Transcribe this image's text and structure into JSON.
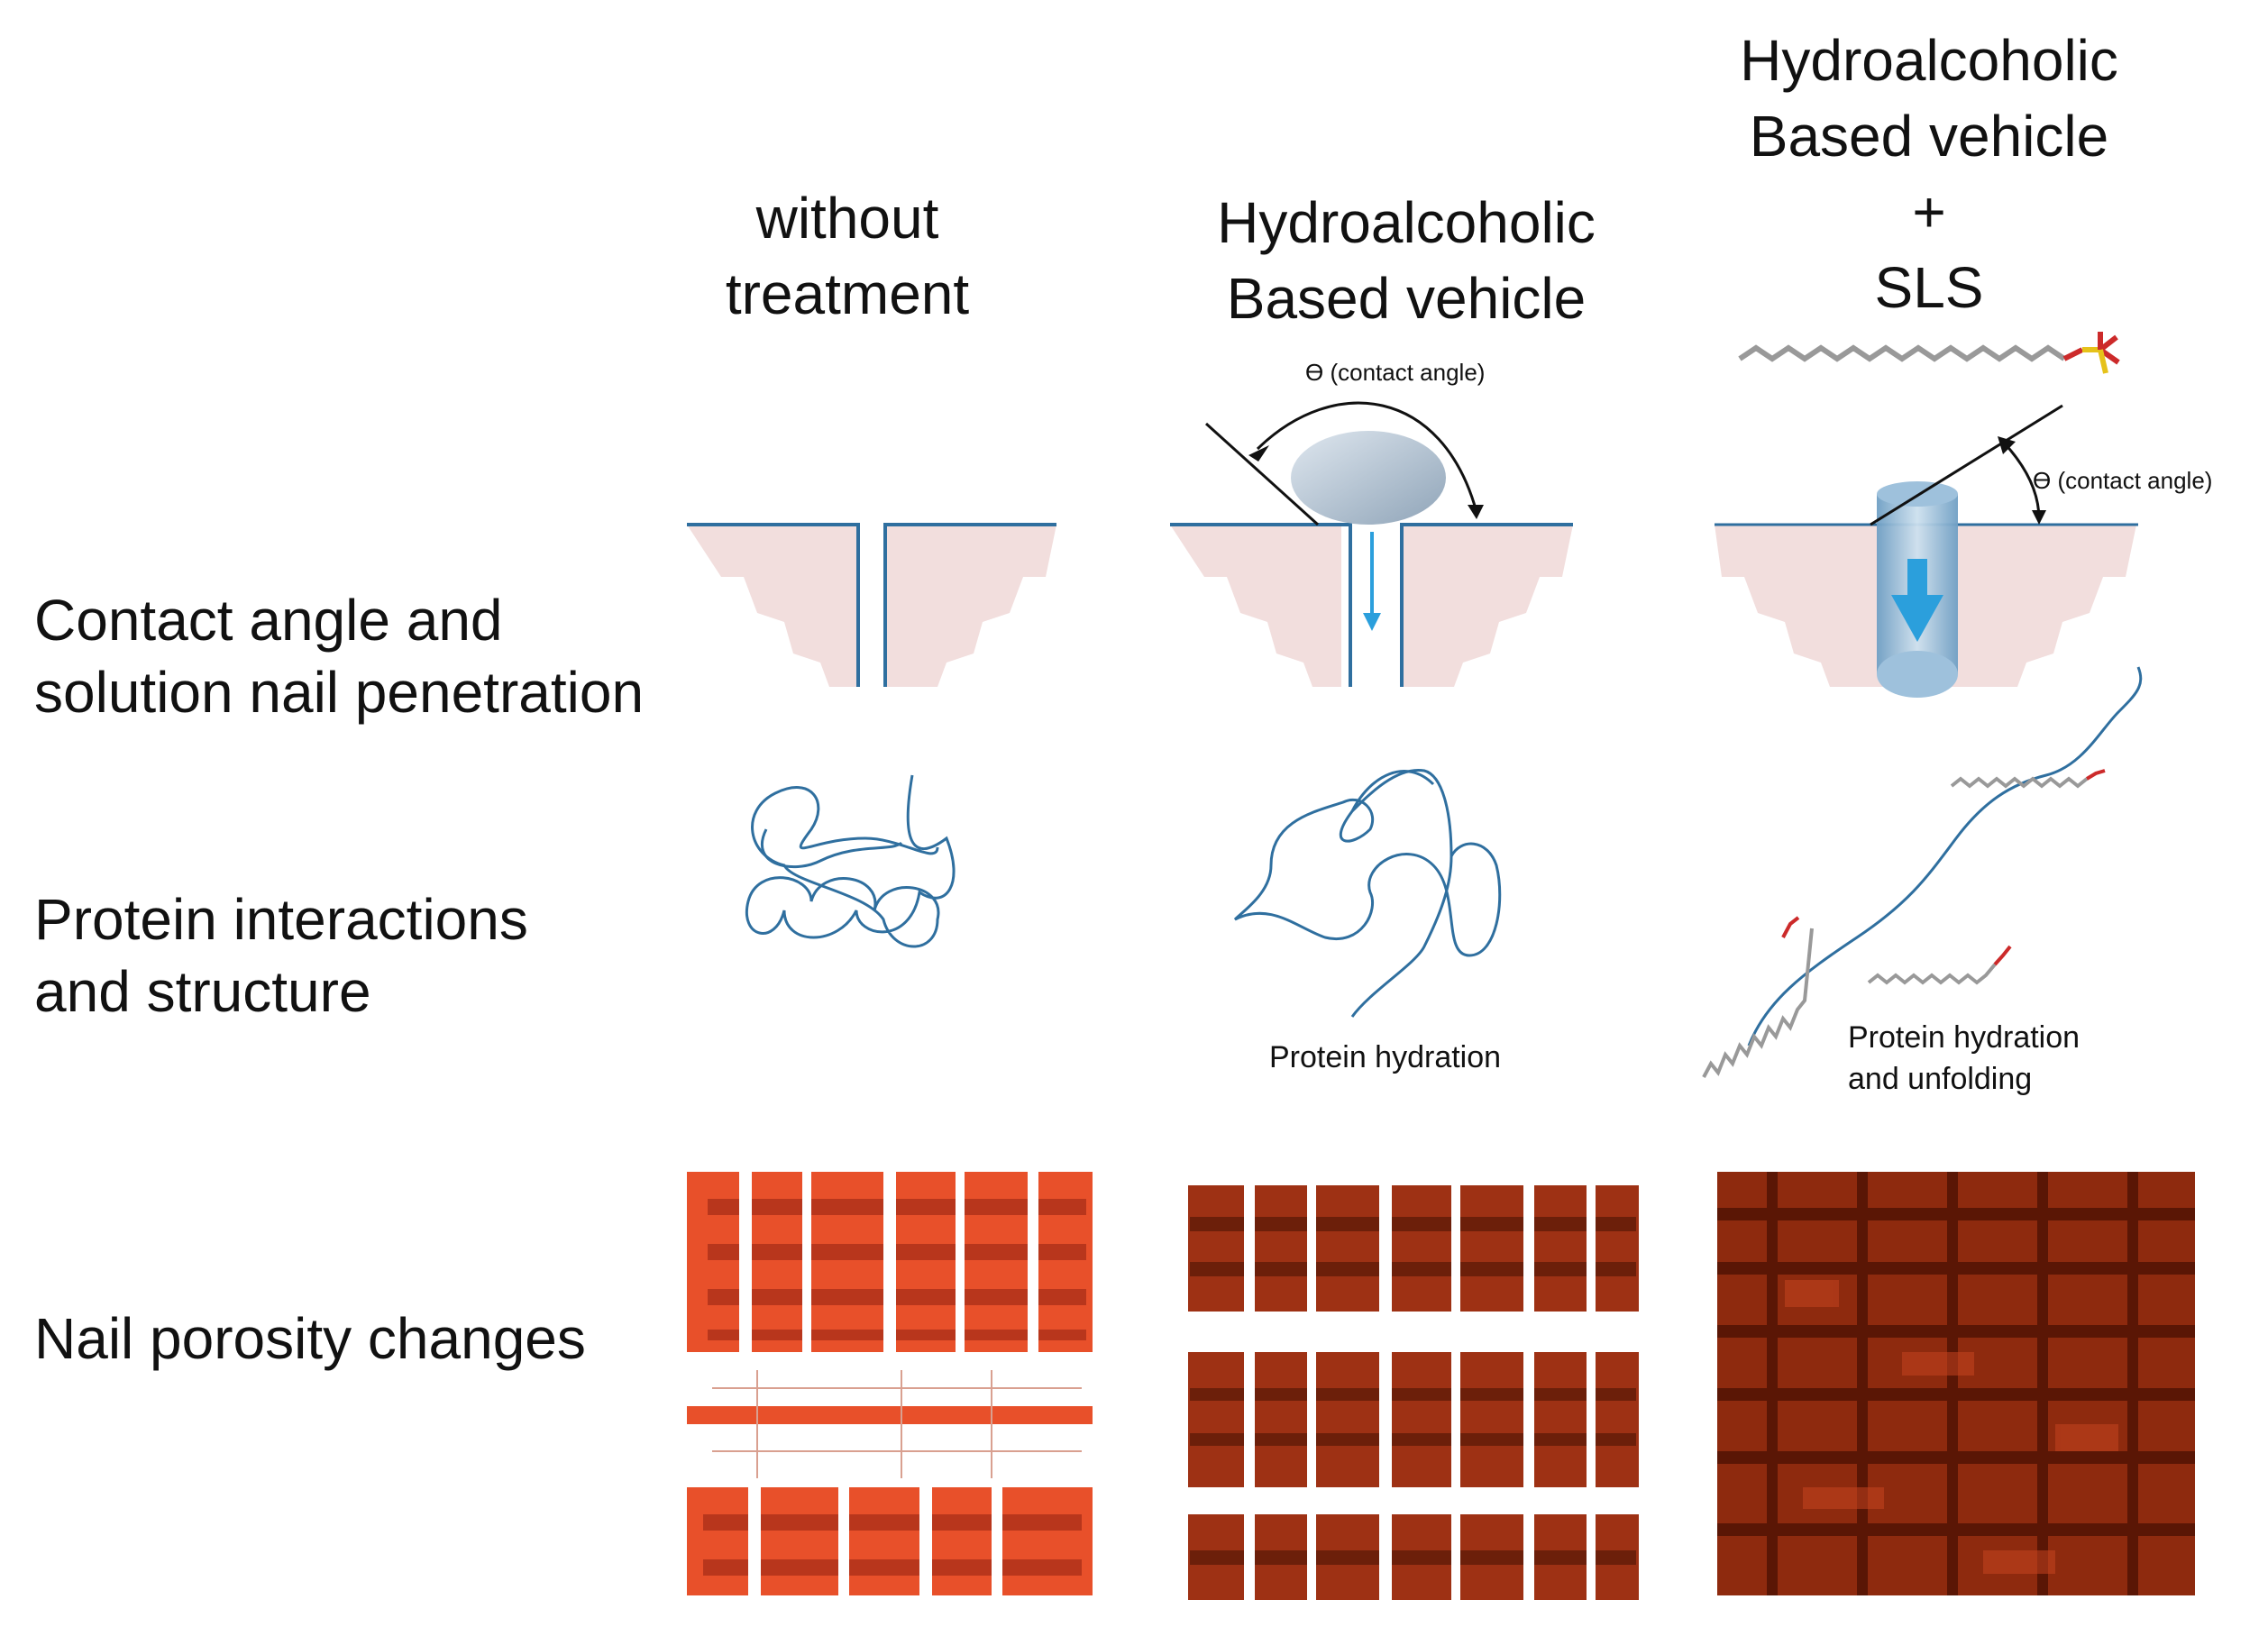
{
  "columns": {
    "col1": {
      "line1": "without",
      "line2": "treatment"
    },
    "col2": {
      "line1": "Hydroalcoholic",
      "line2": "Based vehicle"
    },
    "col3": {
      "line1": "Hydroalcoholic",
      "line2": "Based vehicle",
      "line3": "+",
      "line4": "SLS"
    }
  },
  "rows": {
    "contact": {
      "line1": "Contact angle and",
      "line2": "solution nail penetration"
    },
    "protein": {
      "line1": "Protein interactions",
      "line2": "and structure"
    },
    "porosity": {
      "line1": "Nail porosity changes"
    }
  },
  "annotations": {
    "contact_angle_col2": "ϴ (contact angle)",
    "contact_angle_col3": "ϴ (contact angle)",
    "protein_col2": "Protein hydration",
    "protein_col3_line1": "Protein hydration",
    "protein_col3_line2": "and unfolding"
  },
  "colors": {
    "nail_fill": "#f2dedd",
    "line_blue": "#2f6f9f",
    "arrow_blue": "#2b9fdc",
    "porosity_light": "#e8502a",
    "porosity_dark": "#8e2a0e"
  }
}
